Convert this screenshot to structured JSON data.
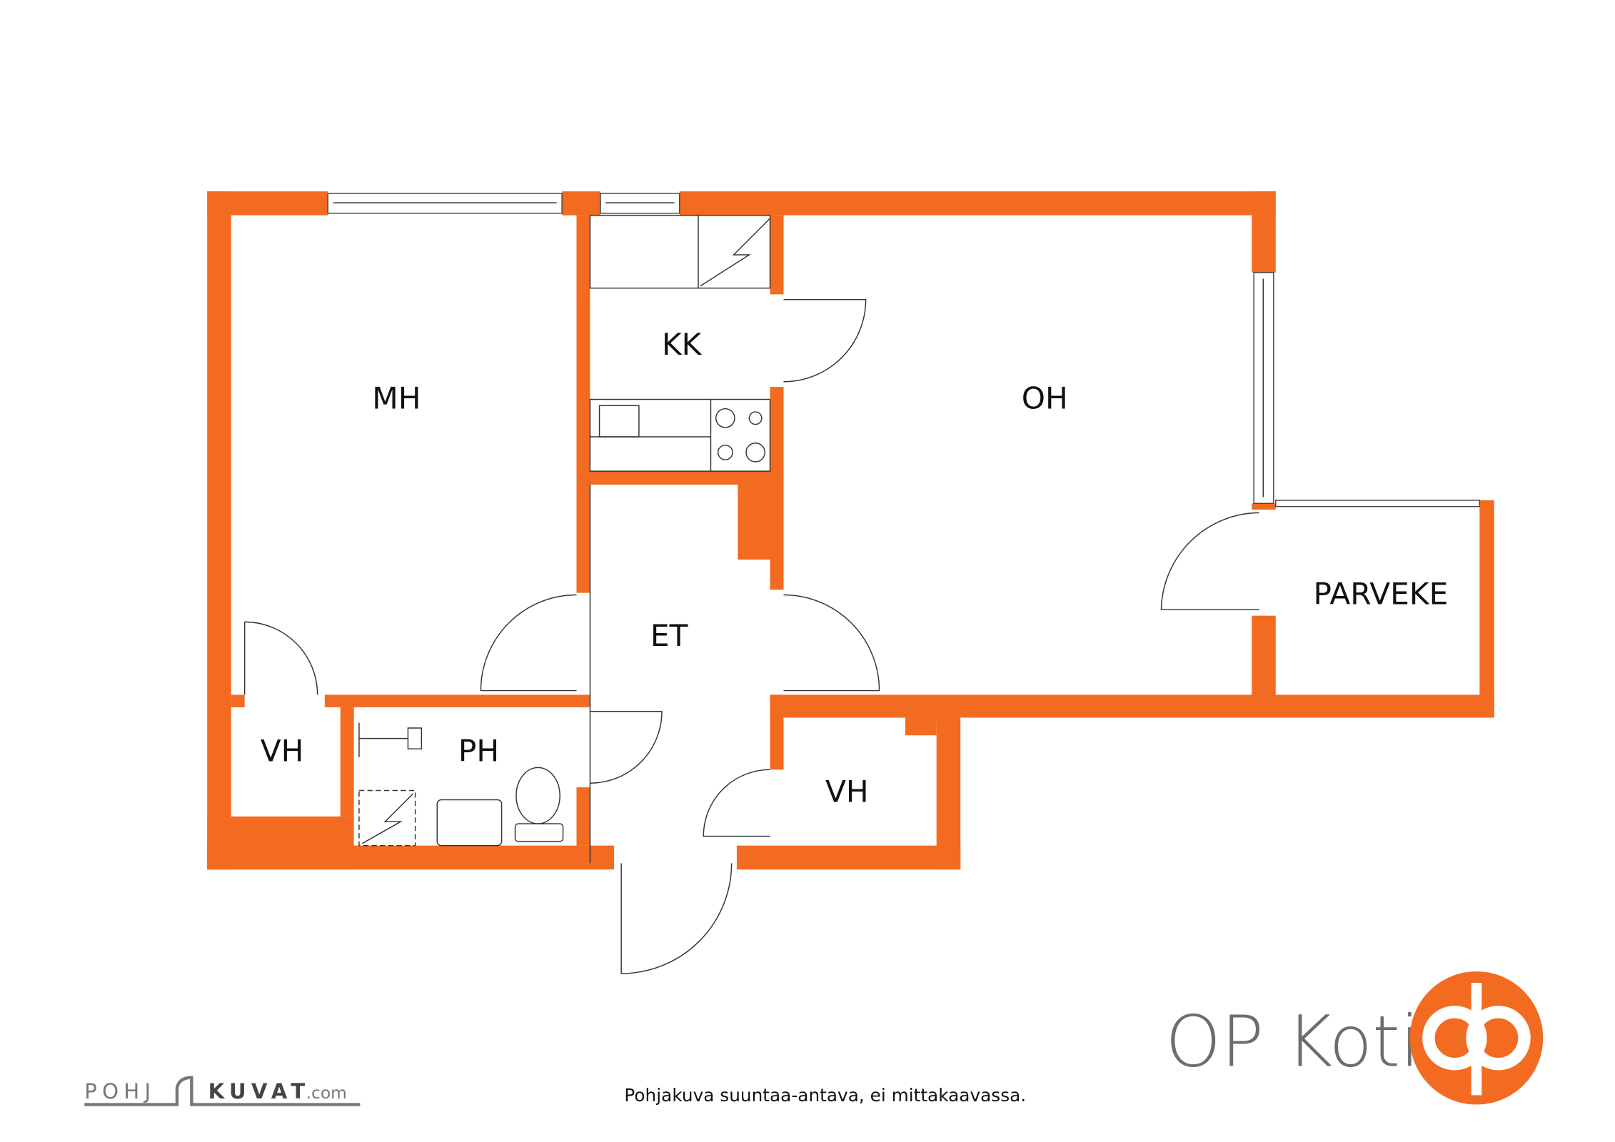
{
  "floorplan": {
    "rooms": [
      {
        "id": "mh",
        "label": "MH"
      },
      {
        "id": "kk",
        "label": "KK"
      },
      {
        "id": "oh",
        "label": "OH"
      },
      {
        "id": "et",
        "label": "ET"
      },
      {
        "id": "ph",
        "label": "PH"
      },
      {
        "id": "vh1",
        "label": "VH"
      },
      {
        "id": "vh2",
        "label": "VH"
      },
      {
        "id": "parveke",
        "label": "PARVEKE"
      }
    ],
    "wall_color": "#F26B21"
  },
  "footer": {
    "disclaimer": "Pohjakuva suuntaa-antava, ei mittakaavassa.",
    "brand": "OP Koti",
    "logo_left": "POHJAKUVAT.com",
    "logo_left_a": "POHJ",
    "logo_left_b": "KUVAT",
    "logo_left_c": ".com",
    "brand_color": "#F26B21"
  }
}
